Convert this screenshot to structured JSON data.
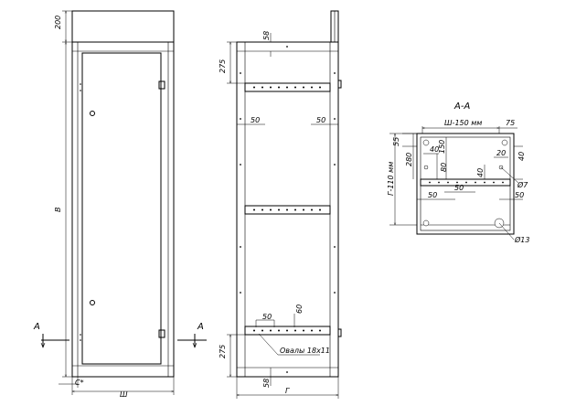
{
  "front_view": {
    "dim_top": "200",
    "dim_height": "B",
    "dim_width": "Ш",
    "dim_c": "С*",
    "section_label_left": "A",
    "section_label_right": "A"
  },
  "side_view": {
    "dim_top_gap": "58",
    "dim_top_rail": "275",
    "dim_inner_left": "50",
    "dim_inner_right": "50",
    "dim_rail_50": "50",
    "dim_rail_60": "60",
    "ovals_label": "Овалы 18x11",
    "dim_bottom_rail": "275",
    "dim_bottom_gap": "58",
    "dim_depth": "Г"
  },
  "section_view": {
    "title": "A-A",
    "dim_width": "Ш-150 мм",
    "dim_75": "75",
    "dim_55": "55",
    "dim_280": "280",
    "dim_150": "150",
    "dim_40a": "40",
    "dim_80": "80",
    "dim_40b": "40",
    "dim_20": "20",
    "dim_40c": "40",
    "dim_depth": "Г-110 мм",
    "dim_50a": "50",
    "dim_50b": "50",
    "dim_50c": "50",
    "dim_phi7": "Ø7",
    "dim_phi13": "Ø13"
  }
}
